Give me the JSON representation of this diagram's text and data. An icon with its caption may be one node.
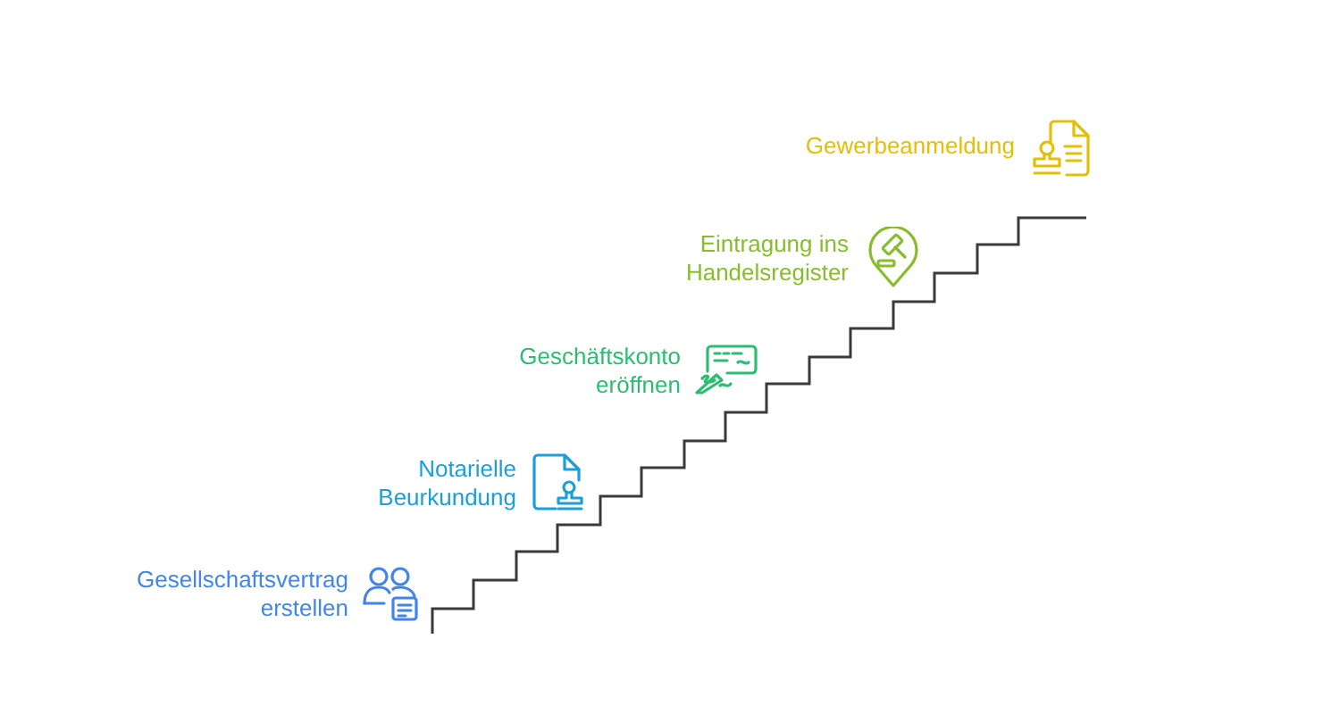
{
  "diagram": {
    "labels": [
      "Gesellschaftsvertrag erstellen",
      "Notarielle Beurkundung",
      "Geschäftskonto eröffnen",
      "Eintragung ins Handelsregister",
      "Gewerbeanmeldung"
    ]
  }
}
